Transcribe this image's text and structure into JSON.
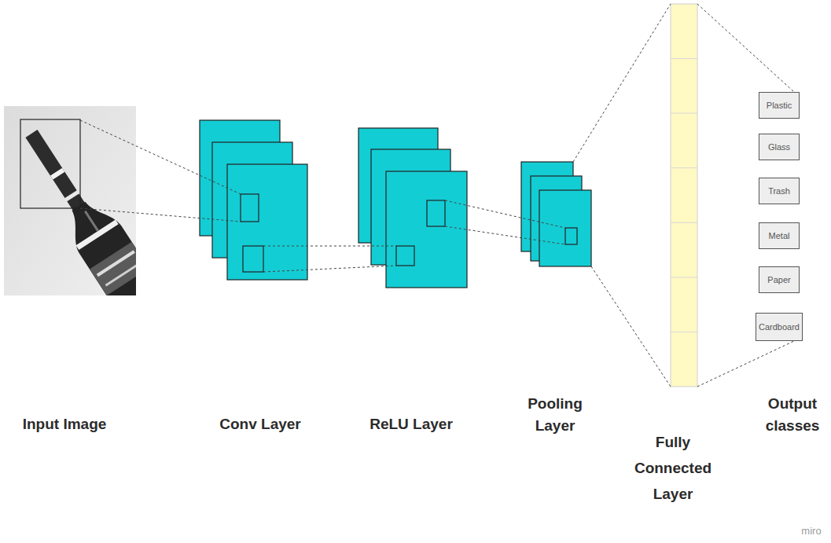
{
  "diagram": {
    "nodes": [
      {
        "text": [
          "Plastic"
        ]
      },
      {
        "text": [
          "Glass"
        ]
      },
      {
        "text": [
          "Trash"
        ]
      },
      {
        "text": [
          "Metal"
        ]
      },
      {
        "text": [
          "Paper"
        ]
      },
      {
        "text": [
          "Cardboard"
        ]
      }
    ],
    "labels": [
      "Input Image",
      "Conv Layer",
      "ReLU Layer",
      "Pooling Layer",
      "Fully Connected Layer",
      "Output classes",
      "miro"
    ]
  }
}
